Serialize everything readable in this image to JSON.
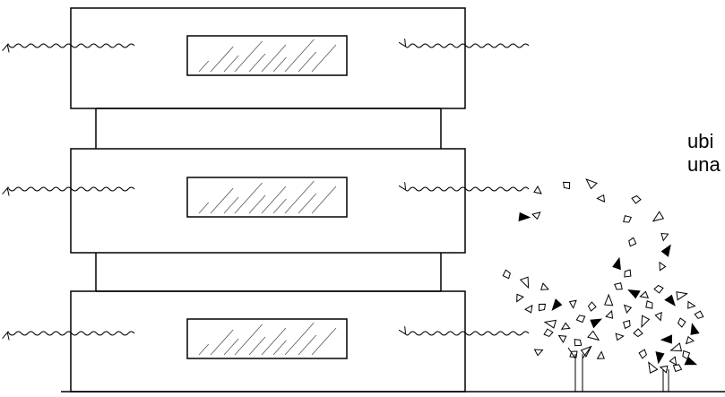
{
  "caption": {
    "line1": "ubi",
    "line2": "una"
  },
  "colors": {
    "ink": "#000000",
    "background": "#ffffff",
    "glass_hatch": "#555555"
  },
  "diagram": {
    "floors": 3,
    "windows_per_floor": 1,
    "wind_arrows_per_floor": 2,
    "trees": 2,
    "falling_leaves": true
  }
}
